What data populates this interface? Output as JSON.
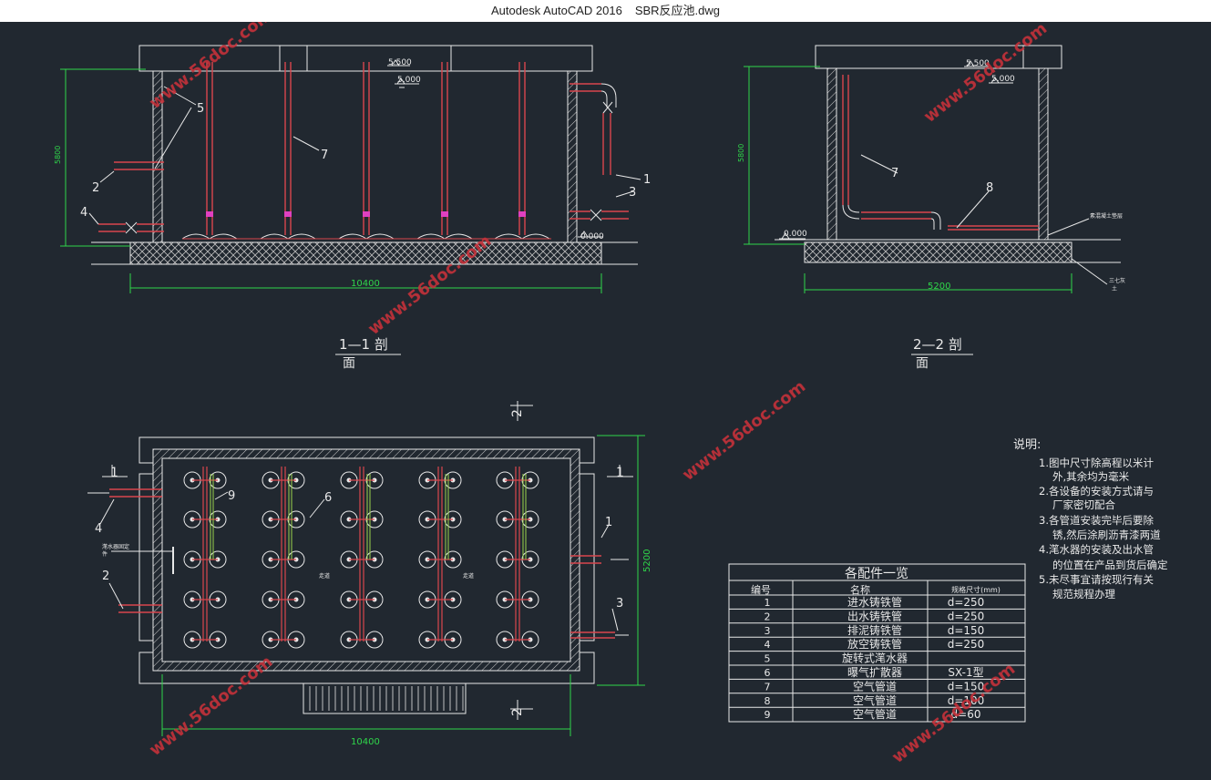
{
  "window": {
    "app_name": "Autodesk AutoCAD 2016",
    "file_name": "SBR反应池.dwg"
  },
  "colors": {
    "background": "#212830",
    "line": "#e8e8e8",
    "dimension": "#2fd64a",
    "pipe": "#d9464d",
    "air_pipe": "#9bd44d",
    "hatch": "#cfcfcf",
    "watermark": "#c8323a"
  },
  "watermark": "www.56doc.com",
  "section_1": {
    "title_a": "1—1 剖",
    "title_b": "面",
    "elev_top": "5.500",
    "elev_water": "5.000",
    "elev_zero": "0.000",
    "dim_width": "10400",
    "dim_height": "5800",
    "labels": [
      "5",
      "7",
      "2",
      "4",
      "1",
      "3"
    ]
  },
  "section_2": {
    "title_a": "2—2 剖",
    "title_b": "面",
    "elev_top": "5.500",
    "elev_water": "5.000",
    "elev_zero": "0.000",
    "dim_width": "5200",
    "dim_height": "5800",
    "labels": [
      "7",
      "8"
    ],
    "note_concrete": "素混凝土垫层",
    "note_soil_a": "三七灰",
    "note_soil_b": "土"
  },
  "plan": {
    "dim_width": "10400",
    "dim_height": "5200",
    "section_mark_1": "1",
    "section_mark_2": "2",
    "labels": [
      "9",
      "6",
      "4",
      "1",
      "2",
      "3"
    ],
    "note_fixed": "滗水器固定",
    "note_fixed_b": "件",
    "note_walk": "走道"
  },
  "notes": {
    "heading": "说明:",
    "items": [
      "1.图中尺寸除高程以米计",
      "外,其余均为毫米",
      "2.各设备的安装方式请与",
      "厂家密切配合",
      "3.各管道安装完毕后要除",
      "锈,然后涂刷沥青漆两道",
      "4.滗水器的安装及出水管",
      "的位置在产品到货后确定",
      "5.未尽事宜请按现行有关",
      "规范规程办理"
    ]
  },
  "parts_table": {
    "title": "各配件一览",
    "headers": [
      "编号",
      "名称",
      "规格尺寸(mm)"
    ],
    "rows": [
      [
        "1",
        "进水铸铁管",
        "d=250"
      ],
      [
        "2",
        "出水铸铁管",
        "d=250"
      ],
      [
        "3",
        "排泥铸铁管",
        "d=150"
      ],
      [
        "4",
        "放空铸铁管",
        "d=250"
      ],
      [
        "5",
        "旋转式滗水器",
        ""
      ],
      [
        "6",
        "曝气扩散器",
        "SX-1型"
      ],
      [
        "7",
        "空气管道",
        "d=150"
      ],
      [
        "8",
        "空气管道",
        "d=100"
      ],
      [
        "9",
        "空气管道",
        "d=60"
      ]
    ]
  }
}
